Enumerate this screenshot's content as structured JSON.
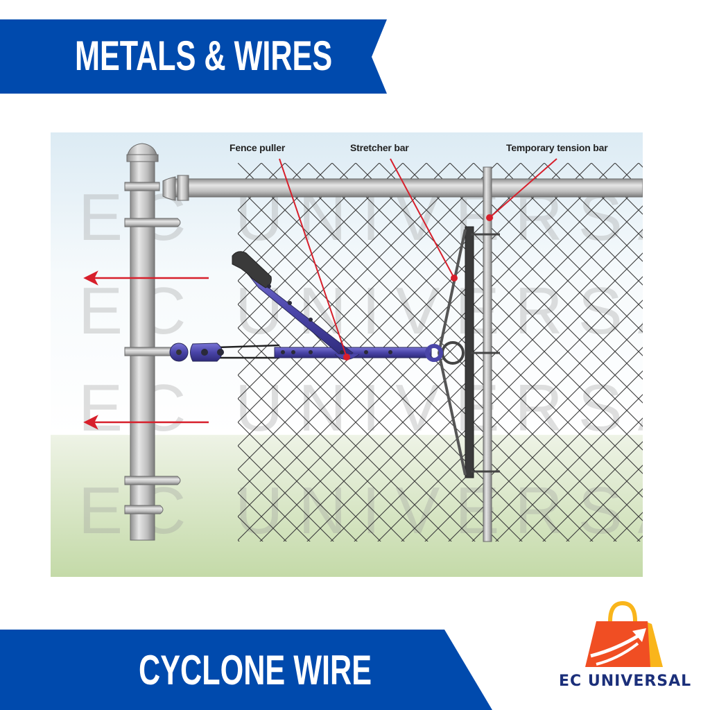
{
  "header": {
    "category_title": "METALS & WIRES"
  },
  "footer": {
    "product_title": "CYCLONE WIRE"
  },
  "diagram": {
    "labels": {
      "fence_puller": "Fence puller",
      "stretcher_bar": "Stretcher bar",
      "temporary_tension_bar": "Temporary tension bar"
    },
    "watermark": "EC UNIVERSAL"
  },
  "brand": {
    "name": "EC UNIVERSAL",
    "logo_icon": "shopping-bag-arrow-icon"
  },
  "colors": {
    "banner_blue": "#004aad",
    "callout_red": "#d71f2b",
    "puller_purple": "#4a45a8",
    "bag_orange": "#f04e23",
    "bag_yellow": "#f9b51b",
    "brand_navy": "#1b2f7a",
    "sky_top": "#dcebf4",
    "grass_bottom": "#c4daa8"
  }
}
